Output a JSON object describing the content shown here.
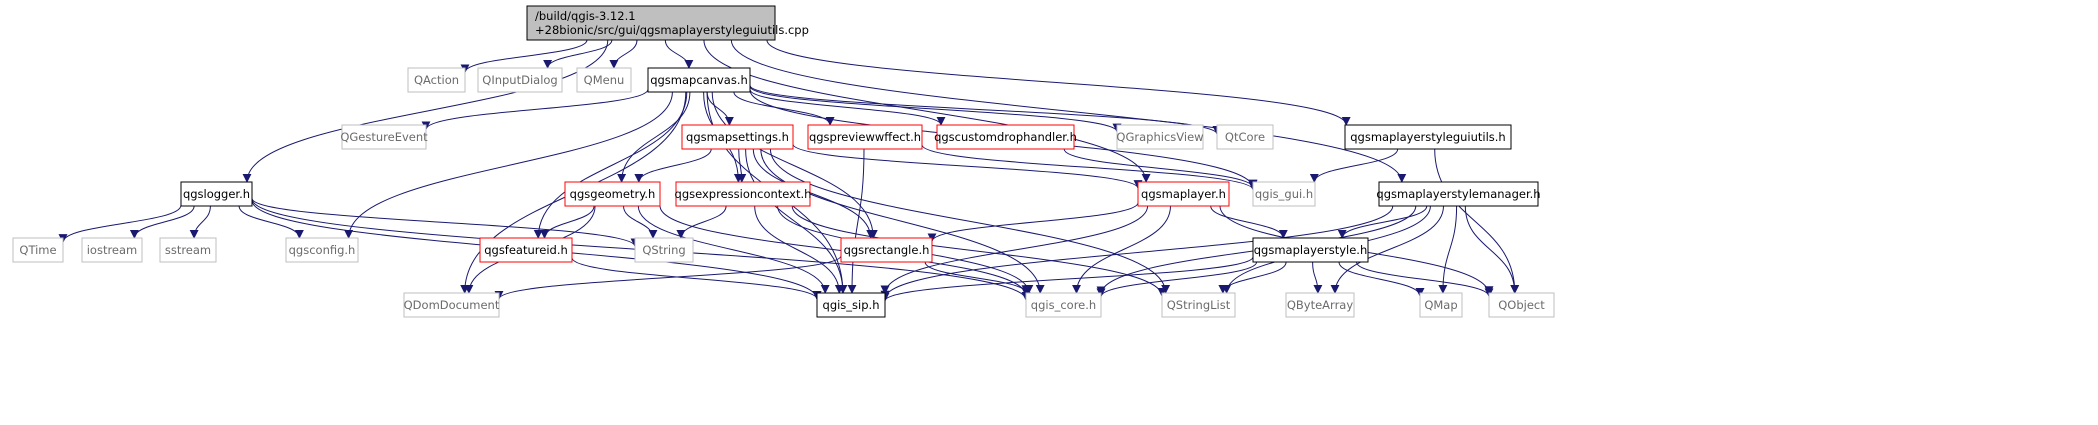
{
  "graph": {
    "edge_color": "#191970",
    "border_colors": {
      "root": "#000000",
      "documented": "#000000",
      "incomplete": "#ff0000",
      "external": "#bfbfbf"
    },
    "nodes": [
      {
        "id": "root",
        "kind": "root",
        "lines": [
          "/build/qgis-3.12.1",
          "+28bionic/src/gui/qgsmaplayerstyleguiutils.cpp"
        ]
      },
      {
        "id": "qaction",
        "kind": "external",
        "lines": [
          "QAction"
        ]
      },
      {
        "id": "qinputdialog",
        "kind": "external",
        "lines": [
          "QInputDialog"
        ]
      },
      {
        "id": "qmenu",
        "kind": "external",
        "lines": [
          "QMenu"
        ]
      },
      {
        "id": "qgsmapcanvas",
        "kind": "documented",
        "lines": [
          "qgsmapcanvas.h"
        ]
      },
      {
        "id": "qgsmaplayerstyleguiutils_h",
        "kind": "documented",
        "lines": [
          "qgsmaplayerstyleguiutils.h"
        ]
      },
      {
        "id": "qgsmaplayerstylemanager",
        "kind": "documented",
        "lines": [
          "qgsmaplayerstylemanager.h"
        ]
      },
      {
        "id": "qgslogger",
        "kind": "documented",
        "lines": [
          "qgslogger.h"
        ]
      },
      {
        "id": "qgestureevent",
        "kind": "external",
        "lines": [
          "QGestureEvent"
        ]
      },
      {
        "id": "qgsmapsettings",
        "kind": "incomplete",
        "lines": [
          "qgsmapsettings.h"
        ]
      },
      {
        "id": "qgspreviewe",
        "kind": "incomplete",
        "lines": [
          "qgspreviewwffect.h"
        ]
      },
      {
        "id": "qgscustomdrop",
        "kind": "incomplete",
        "lines": [
          "qgscustomdrophandler.h"
        ]
      },
      {
        "id": "qgraphicsview",
        "kind": "external",
        "lines": [
          "QGraphicsView"
        ]
      },
      {
        "id": "qtcore",
        "kind": "external",
        "lines": [
          "QtCore"
        ]
      },
      {
        "id": "qgis_gui",
        "kind": "external",
        "lines": [
          "qgis_gui.h"
        ]
      },
      {
        "id": "qgsgeometry",
        "kind": "incomplete",
        "lines": [
          "qgsgeometry.h"
        ]
      },
      {
        "id": "qgsexpressioncontext",
        "kind": "incomplete",
        "lines": [
          "qgsexpressioncontext.h"
        ]
      },
      {
        "id": "qgsmaplayer",
        "kind": "incomplete",
        "lines": [
          "qgsmaplayer.h"
        ]
      },
      {
        "id": "qtime",
        "kind": "external",
        "lines": [
          "QTime"
        ]
      },
      {
        "id": "iostream",
        "kind": "external",
        "lines": [
          "iostream"
        ]
      },
      {
        "id": "sstream",
        "kind": "external",
        "lines": [
          "sstream"
        ]
      },
      {
        "id": "qgsconfig",
        "kind": "external",
        "lines": [
          "qgsconfig.h"
        ]
      },
      {
        "id": "qgsfeatureid",
        "kind": "incomplete",
        "lines": [
          "qgsfeatureid.h"
        ]
      },
      {
        "id": "qstring",
        "kind": "external",
        "lines": [
          "QString"
        ]
      },
      {
        "id": "qgsrectangle",
        "kind": "incomplete",
        "lines": [
          "qgsrectangle.h"
        ]
      },
      {
        "id": "qgsmaplayerstyle",
        "kind": "documented",
        "lines": [
          "qgsmaplayerstyle.h"
        ]
      },
      {
        "id": "qdomdocument",
        "kind": "external",
        "lines": [
          "QDomDocument"
        ]
      },
      {
        "id": "qgis_sip",
        "kind": "documented",
        "lines": [
          "qgis_sip.h"
        ]
      },
      {
        "id": "qgis_core",
        "kind": "external",
        "lines": [
          "qgis_core.h"
        ]
      },
      {
        "id": "qstringlist",
        "kind": "external",
        "lines": [
          "QStringList"
        ]
      },
      {
        "id": "qbytearray",
        "kind": "external",
        "lines": [
          "QByteArray"
        ]
      },
      {
        "id": "qmap",
        "kind": "external",
        "lines": [
          "QMap"
        ]
      },
      {
        "id": "qobject",
        "kind": "external",
        "lines": [
          "QObject"
        ]
      }
    ],
    "edges": [
      [
        "root",
        "qgslogger"
      ],
      [
        "root",
        "qaction"
      ],
      [
        "root",
        "qinputdialog"
      ],
      [
        "root",
        "qmenu"
      ],
      [
        "root",
        "qgsmapcanvas"
      ],
      [
        "root",
        "qgsmaplayer"
      ],
      [
        "root",
        "qgsmaplayerstyleguiutils_h"
      ],
      [
        "root",
        "qgsmaplayerstylemanager"
      ],
      [
        "qgsmapcanvas",
        "qdomdocument"
      ],
      [
        "qgsmapcanvas",
        "qgestureevent"
      ],
      [
        "qgsmapcanvas",
        "qgsconfig"
      ],
      [
        "qgsmapcanvas",
        "qgis_sip"
      ],
      [
        "qgsmapcanvas",
        "qgsfeatureid"
      ],
      [
        "qgsmapcanvas",
        "qgsgeometry"
      ],
      [
        "qgsmapcanvas",
        "qgsmapsettings"
      ],
      [
        "qgsmapcanvas",
        "qgsexpressioncontext"
      ],
      [
        "qgsmapcanvas",
        "qgspreviewe"
      ],
      [
        "qgsmapcanvas",
        "qgscustomdrop"
      ],
      [
        "qgsmapcanvas",
        "qgraphicsview"
      ],
      [
        "qgsmapcanvas",
        "qtcore"
      ],
      [
        "qgsmapcanvas",
        "qgis_gui"
      ],
      [
        "qgsmapcanvas",
        "qgsrectangle"
      ],
      [
        "qgsmapsettings",
        "qgsgeometry"
      ],
      [
        "qgsmapsettings",
        "qgsexpressioncontext"
      ],
      [
        "qgsmapsettings",
        "qgsrectangle"
      ],
      [
        "qgsmapsettings",
        "qgsmaplayer"
      ],
      [
        "qgsmapsettings",
        "qgis_sip"
      ],
      [
        "qgsmapsettings",
        "qgis_core"
      ],
      [
        "qgsmapsettings",
        "qstringlist"
      ],
      [
        "qgspreviewe",
        "qgis_gui"
      ],
      [
        "qgspreviewe",
        "qgis_sip"
      ],
      [
        "qgscustomdrop",
        "qgis_gui"
      ],
      [
        "qgslogger",
        "qtime"
      ],
      [
        "qgslogger",
        "iostream"
      ],
      [
        "qgslogger",
        "sstream"
      ],
      [
        "qgslogger",
        "qgsconfig"
      ],
      [
        "qgslogger",
        "qstring"
      ],
      [
        "qgslogger",
        "qgis_sip"
      ],
      [
        "qgslogger",
        "qgis_core"
      ],
      [
        "qgsgeometry",
        "qgsfeatureid"
      ],
      [
        "qgsgeometry",
        "qstring"
      ],
      [
        "qgsgeometry",
        "qdomdocument"
      ],
      [
        "qgsgeometry",
        "qgis_sip"
      ],
      [
        "qgsgeometry",
        "qgis_core"
      ],
      [
        "qgsexpressioncontext",
        "qstring"
      ],
      [
        "qgsexpressioncontext",
        "qgis_sip"
      ],
      [
        "qgsexpressioncontext",
        "qgis_core"
      ],
      [
        "qgsexpressioncontext",
        "qstringlist"
      ],
      [
        "qgsfeatureid",
        "qgis_sip"
      ],
      [
        "qgsrectangle",
        "qdomdocument"
      ],
      [
        "qgsrectangle",
        "qgis_core"
      ],
      [
        "qgsmaplayer",
        "qgsrectangle"
      ],
      [
        "qgsmaplayer",
        "qgsmaplayerstyle"
      ],
      [
        "qgsmaplayer",
        "qgis_sip"
      ],
      [
        "qgsmaplayer",
        "qgis_core"
      ],
      [
        "qgsmaplayer",
        "qobject"
      ],
      [
        "qgsmaplayerstyleguiutils_h",
        "qgis_gui"
      ],
      [
        "qgsmaplayerstyleguiutils_h",
        "qobject"
      ],
      [
        "qgsmaplayerstylemanager",
        "qgsmaplayerstyle"
      ],
      [
        "qgsmaplayerstylemanager",
        "qgis_core"
      ],
      [
        "qgsmaplayerstylemanager",
        "qgis_sip"
      ],
      [
        "qgsmaplayerstylemanager",
        "qstringlist"
      ],
      [
        "qgsmaplayerstylemanager",
        "qbytearray"
      ],
      [
        "qgsmaplayerstylemanager",
        "qmap"
      ],
      [
        "qgsmaplayerstylemanager",
        "qobject"
      ],
      [
        "qgsmaplayerstyle",
        "qgis_core"
      ],
      [
        "qgsmaplayerstyle",
        "qgis_sip"
      ],
      [
        "qgsmaplayerstyle",
        "qstringlist"
      ],
      [
        "qgsmaplayerstyle",
        "qbytearray"
      ],
      [
        "qgsmaplayerstyle",
        "qmap"
      ],
      [
        "qgsmaplayerstyle",
        "qobject"
      ]
    ]
  }
}
